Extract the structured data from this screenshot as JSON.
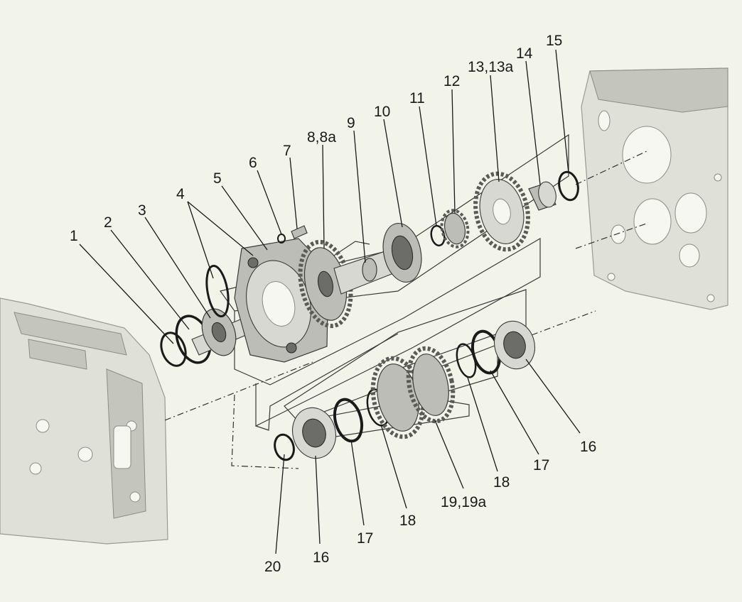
{
  "callouts": [
    {
      "id": "c1",
      "text": "1"
    },
    {
      "id": "c2",
      "text": "2"
    },
    {
      "id": "c3",
      "text": "3"
    },
    {
      "id": "c4",
      "text": "4"
    },
    {
      "id": "c5",
      "text": "5"
    },
    {
      "id": "c6",
      "text": "6"
    },
    {
      "id": "c7",
      "text": "7"
    },
    {
      "id": "c8",
      "text": "8,8a"
    },
    {
      "id": "c9",
      "text": "9"
    },
    {
      "id": "c10",
      "text": "10"
    },
    {
      "id": "c11",
      "text": "11"
    },
    {
      "id": "c12",
      "text": "12"
    },
    {
      "id": "c13",
      "text": "13,13a"
    },
    {
      "id": "c14",
      "text": "14"
    },
    {
      "id": "c15",
      "text": "15"
    },
    {
      "id": "c16a",
      "text": "16"
    },
    {
      "id": "c16b",
      "text": "16"
    },
    {
      "id": "c17a",
      "text": "17"
    },
    {
      "id": "c17b",
      "text": "17"
    },
    {
      "id": "c18a",
      "text": "18"
    },
    {
      "id": "c18b",
      "text": "18"
    },
    {
      "id": "c19",
      "text": "19,19a"
    },
    {
      "id": "c20",
      "text": "20"
    }
  ],
  "colors": {
    "background": "#f2f4ea",
    "housing": "#dfe0d8",
    "linework": "#1a1a1a"
  }
}
